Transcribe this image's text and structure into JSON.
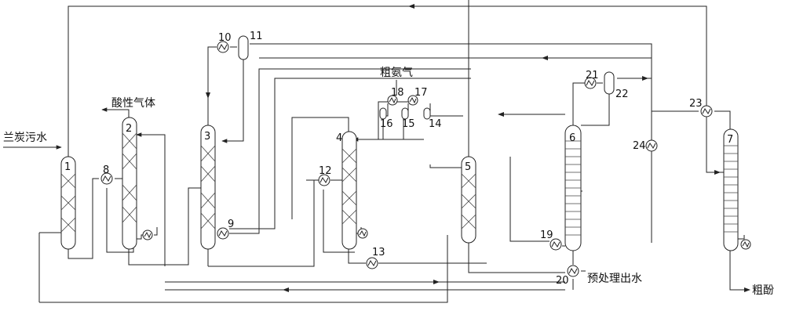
{
  "labels": {
    "feed": "兰炭污水",
    "acid_gas": "酸性气体",
    "crude_ammonia": "粗氨气",
    "pretreated_water": "预处理出水",
    "crude_phenol": "粗酚"
  },
  "numbers": {
    "n1": "1",
    "n2": "2",
    "n3": "3",
    "n4": "4",
    "n5": "5",
    "n6": "6",
    "n7": "7",
    "n8": "8",
    "n9": "9",
    "n10": "10",
    "n11": "11",
    "n12": "12",
    "n13": "13",
    "n14": "14",
    "n15": "15",
    "n16": "16",
    "n17": "17",
    "n18": "18",
    "n19": "19",
    "n20": "20",
    "n21": "21",
    "n22": "22",
    "n23": "23",
    "n24": "24"
  }
}
